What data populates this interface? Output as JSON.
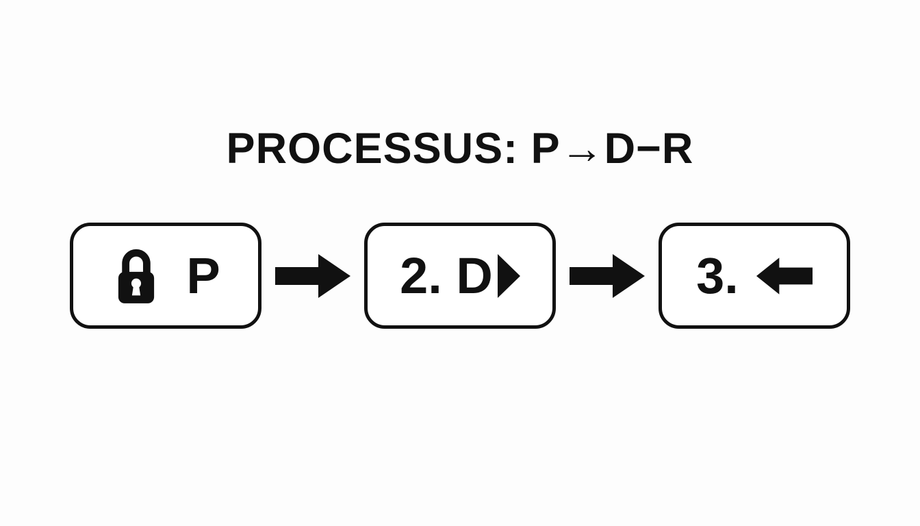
{
  "title": "PROCESSUS: P→D−R",
  "diagram": {
    "steps": [
      {
        "label": "P",
        "icon": "lock-icon"
      },
      {
        "label": "2. D",
        "icon": "play-icon"
      },
      {
        "label": "3.",
        "icon": "arrow-left-icon"
      }
    ],
    "connector_icon": "arrow-right-icon"
  },
  "colors": {
    "foreground": "#111111",
    "background": "#fdfdfd"
  }
}
